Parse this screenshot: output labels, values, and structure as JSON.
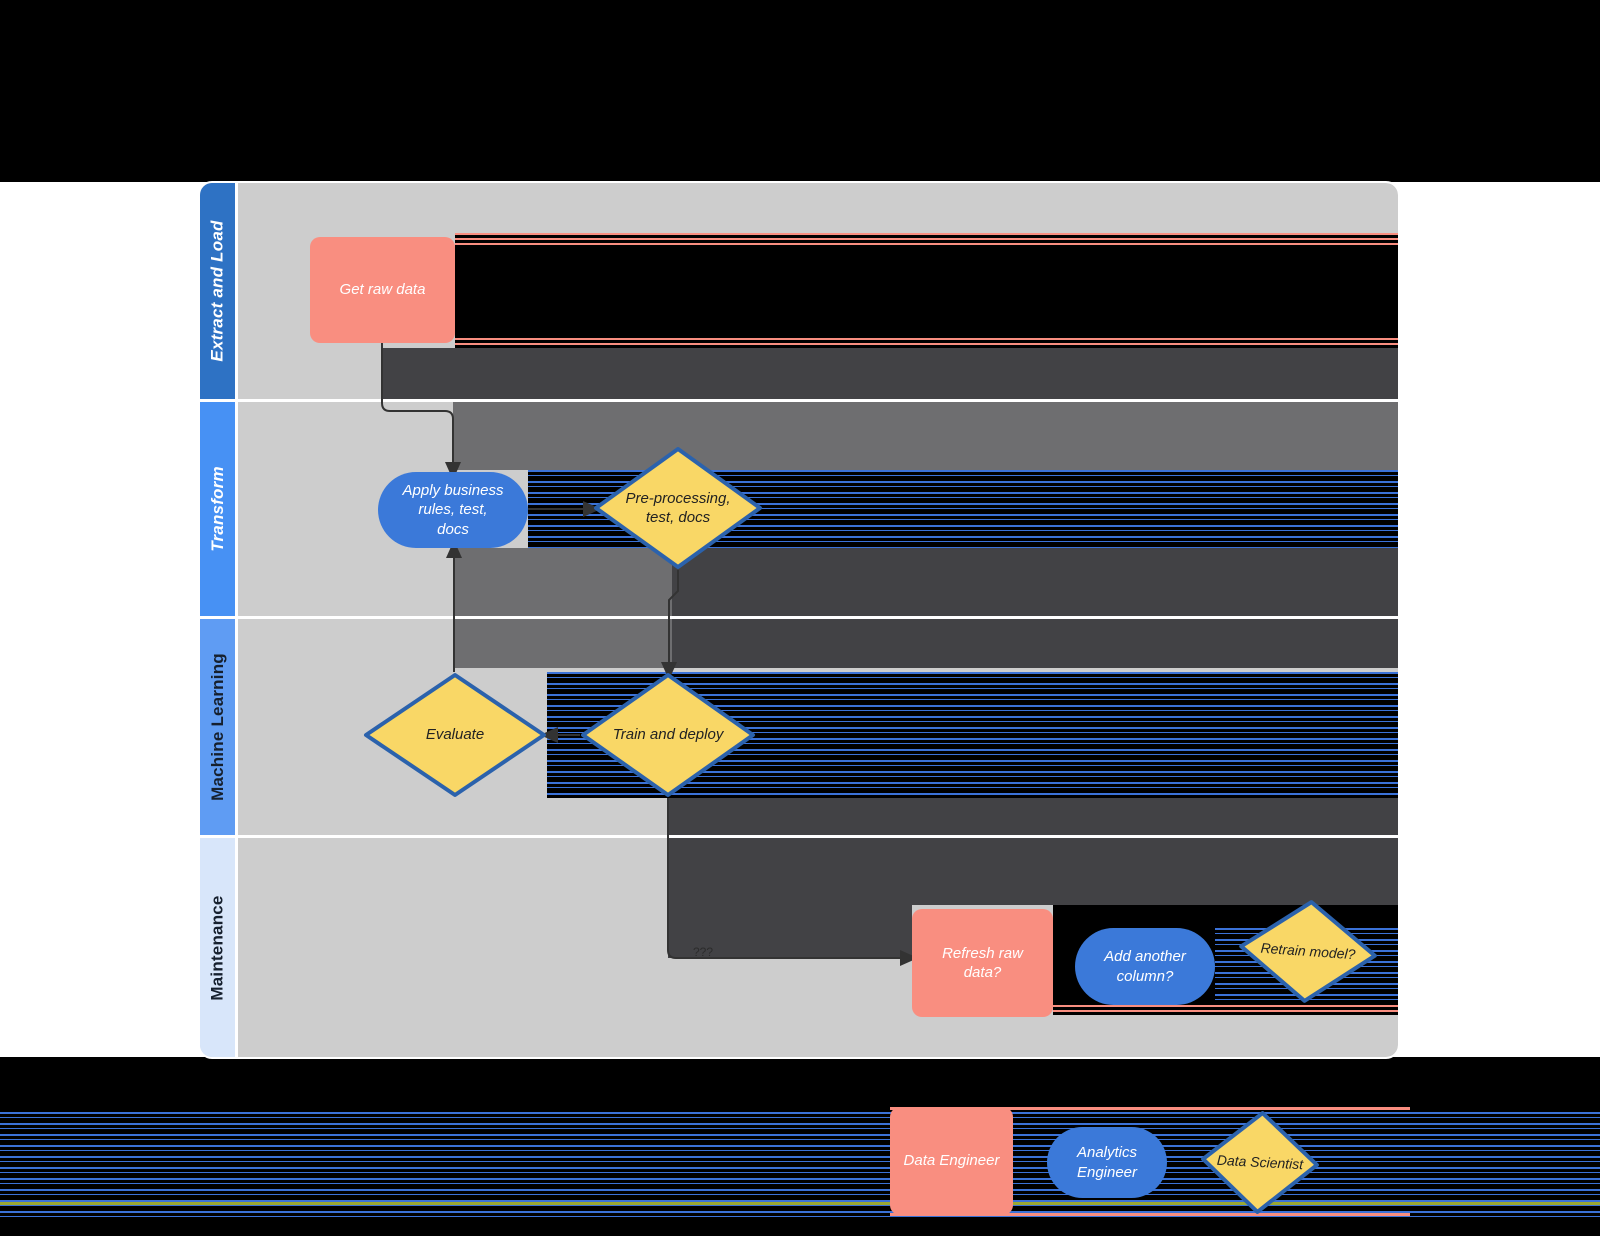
{
  "lanes": [
    {
      "label": "Extract and Load"
    },
    {
      "label": "Transform"
    },
    {
      "label": "Machine Learning"
    },
    {
      "label": "Maintenance"
    }
  ],
  "nodes": {
    "get_raw_data": {
      "label": "Get raw data"
    },
    "apply_business_rules": {
      "line1": "Apply business",
      "line2": "rules, test,",
      "line3": "docs"
    },
    "pre_processing": {
      "line1": "Pre-processing,",
      "line2": "test, docs"
    },
    "evaluate": {
      "label": "Evaluate"
    },
    "train_and_deploy": {
      "label": "Train and deploy"
    },
    "refresh_raw_data": {
      "line1": "Refresh raw",
      "line2": "data?"
    },
    "add_another_column": {
      "line1": "Add another",
      "line2": "column?"
    },
    "retrain_model": {
      "label": "Retrain model?"
    },
    "unknown_connector_label": {
      "label": "???"
    }
  },
  "legend": {
    "data_engineer": {
      "label": "Data Engineer"
    },
    "analytics_engineer": {
      "line1": "Analytics",
      "line2": "Engineer"
    },
    "data_scientist": {
      "label": "Data Scientist"
    }
  },
  "colors": {
    "lane_header_1": "#2e72c4",
    "lane_header_2": "#4791f4",
    "lane_header_3": "#5f9cf3",
    "lane_header_4": "#d8e6fa",
    "lane_body": "#cdcdcd",
    "node_salmon": "#f98e80",
    "node_blue": "#3b79d9",
    "node_yellow": "#f9d766",
    "diamond_border": "#2b62ac",
    "connector": "#333333",
    "glitch_black": "#000000",
    "glitch_dark_gray": "#424245",
    "glitch_medium_gray": "#6e6e70",
    "glitch_stripe_blue": "#3b72d8",
    "glitch_stripe_green": "#9aa832"
  }
}
